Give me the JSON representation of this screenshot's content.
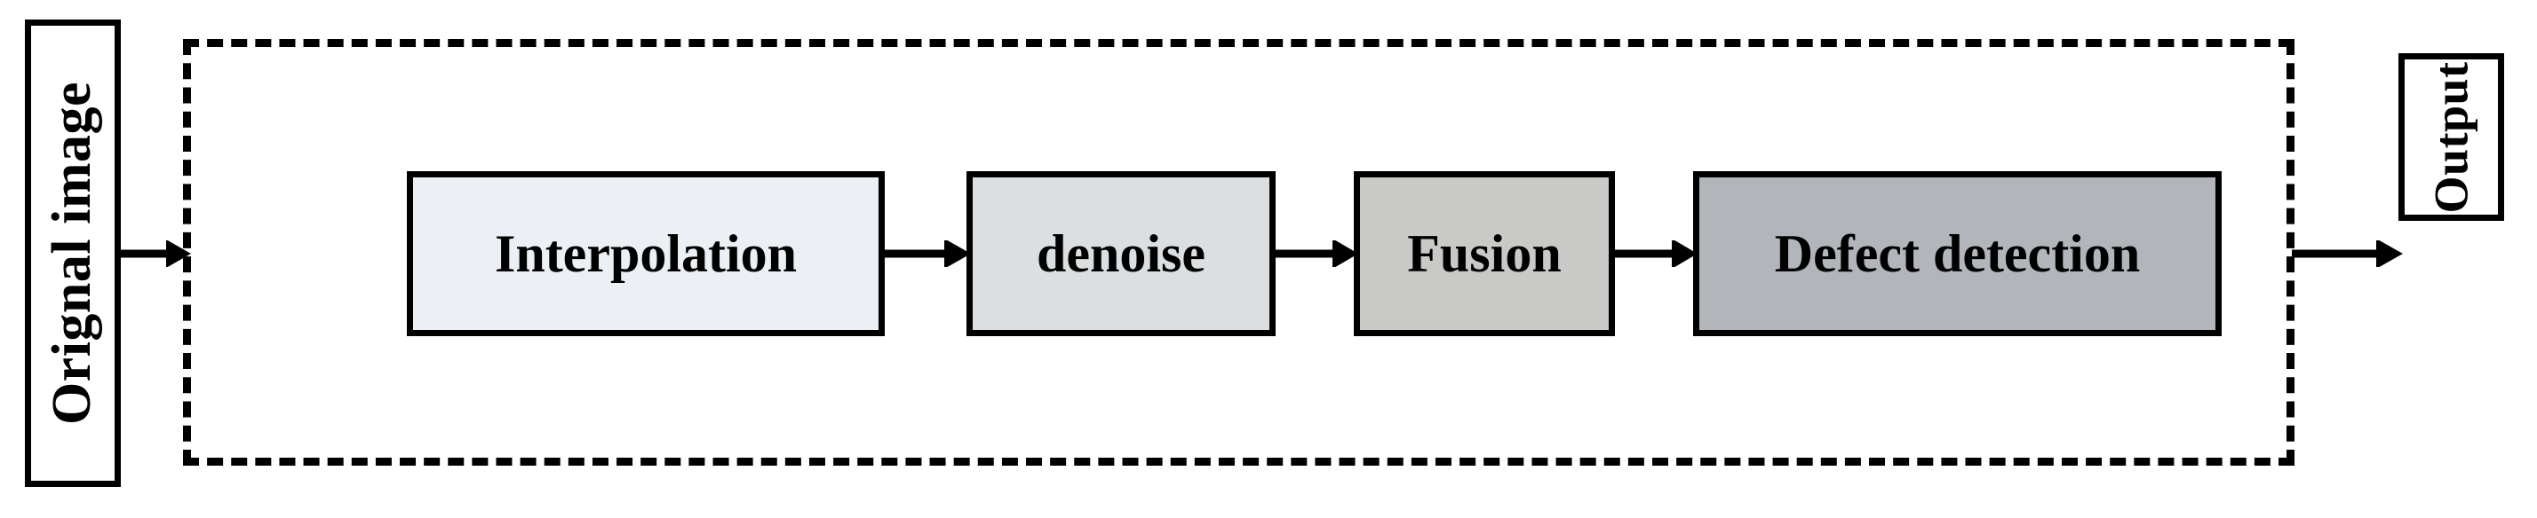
{
  "diagram": {
    "type": "flowchart",
    "orientation": "horizontal",
    "title": "",
    "input": {
      "label": "Orignal image",
      "shape": "rectangle",
      "fill": "#ffffff",
      "stroke": "#000000",
      "text_orientation": "vertical-bottom-to-top"
    },
    "output": {
      "label": "Output",
      "shape": "rectangle",
      "fill": "#ffffff",
      "stroke": "#000000",
      "text_orientation": "vertical-bottom-to-top"
    },
    "group": {
      "border_style": "dashed",
      "stroke": "#000000",
      "label": ""
    },
    "stages": [
      {
        "label": "Interpolation",
        "fill": "#eceff3",
        "stroke": "#000000"
      },
      {
        "label": "denoise",
        "fill": "#dcdfe1",
        "stroke": "#000000"
      },
      {
        "label": "Fusion",
        "fill": "#c9c9c7",
        "stroke": "#000000"
      },
      {
        "label": "Defect detection",
        "fill": "#b2b5b9",
        "stroke": "#000000"
      }
    ],
    "connectors": [
      {
        "name": "input-to-group",
        "from": "Orignal image",
        "to": "pipeline-group",
        "style": "solid-arrow"
      },
      {
        "name": "interp-to-denoise",
        "from": "Interpolation",
        "to": "denoise",
        "style": "solid-arrow"
      },
      {
        "name": "denoise-to-fusion",
        "from": "denoise",
        "to": "Fusion",
        "style": "solid-arrow"
      },
      {
        "name": "fusion-to-defect",
        "from": "Fusion",
        "to": "Defect detection",
        "style": "solid-arrow"
      },
      {
        "name": "group-to-output",
        "from": "pipeline-group",
        "to": "Output",
        "style": "solid-arrow"
      }
    ],
    "colors": {
      "background": "#ffffff",
      "line": "#000000",
      "text": "#000000"
    }
  }
}
